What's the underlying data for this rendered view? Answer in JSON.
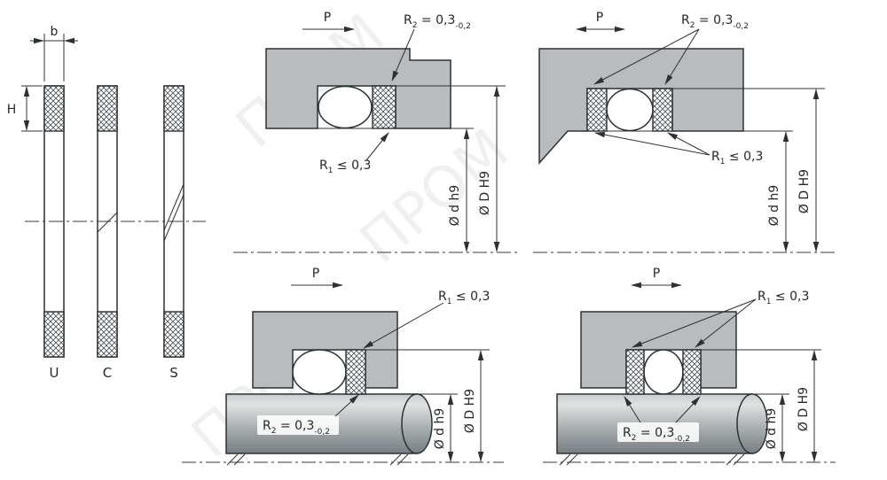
{
  "cross_section_view": {
    "width_dim_label": "b",
    "height_dim_label": "H",
    "ring_types": [
      {
        "label": "U"
      },
      {
        "label": "C"
      },
      {
        "label": "S"
      }
    ]
  },
  "shared_labels": {
    "pressure": "P",
    "r_base": "R",
    "r1_sub": "1",
    "r1_rest": " ≤ 0,3",
    "r2_sub": "2",
    "r2_rest": " = 0,3",
    "r2_tolerance": "-0,2",
    "rod_diameter": "Ø d h9",
    "groove_diameter": "Ø D H9"
  },
  "watermark": "ПРОМ",
  "colors": {
    "metal": "#b8bcbe",
    "line": "#2c3134",
    "background": "#ffffff"
  }
}
